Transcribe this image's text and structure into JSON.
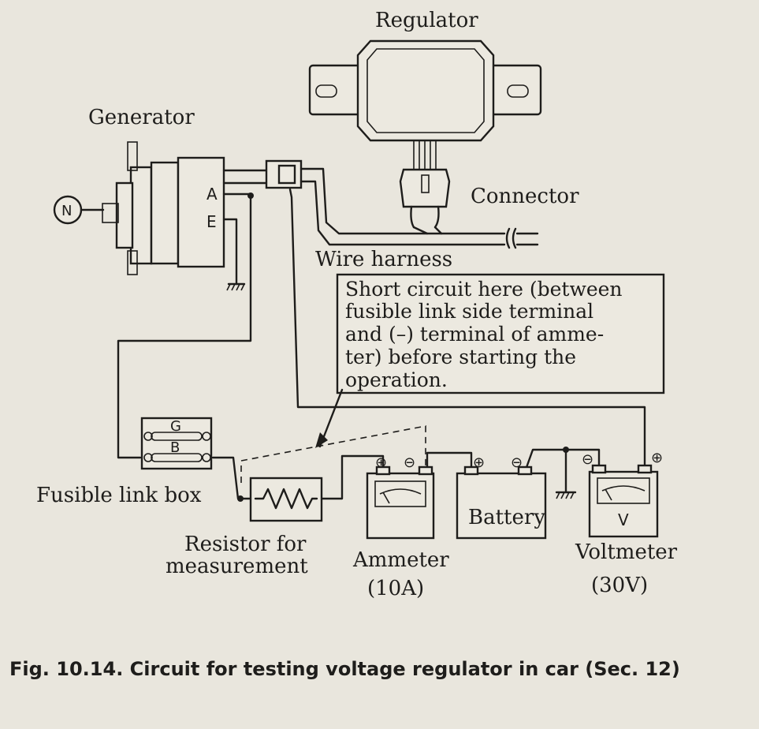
{
  "labels": {
    "regulator": "Regulator",
    "generator": "Generator",
    "connector": "Connector",
    "wire_harness": "Wire harness",
    "fusible_link_box": "Fusible link box",
    "resistor_line1": "Resistor for",
    "resistor_line2": "measurement",
    "ammeter_line1": "Ammeter",
    "ammeter_line2": "(10A)",
    "battery": "Battery",
    "voltmeter_line1": "Voltmeter",
    "voltmeter_line2": "(30V)"
  },
  "note_lines": [
    "Short circuit here (between",
    "fusible link side terminal",
    "and (–) terminal of amme-",
    "ter) before starting the",
    "operation."
  ],
  "terminals": {
    "a": "A",
    "e": "E",
    "n": "N",
    "g": "G",
    "b": "B",
    "v": "V",
    "plus": "⊕",
    "minus": "⊖"
  },
  "caption": "Fig. 10.14. Circuit for testing voltage regulator in car (Sec. 12)"
}
